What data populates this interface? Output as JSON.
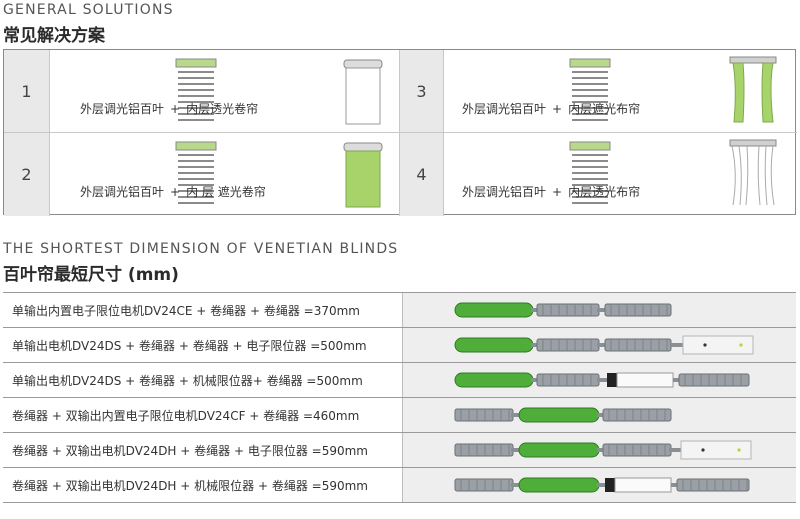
{
  "solutions_section": {
    "eyebrow": "GENERAL SOLUTIONS",
    "title": "常见解决方案",
    "items": [
      {
        "number": "1",
        "outer": "外层调光铝百叶",
        "plus": "+",
        "inner": "内层透光卷帘",
        "inner_icon": "roller-blind-white-icon"
      },
      {
        "number": "2",
        "outer": "外层调光铝百叶",
        "plus": "+",
        "inner": "内 层 遮光卷帘",
        "inner_icon": "roller-blind-green-icon"
      },
      {
        "number": "3",
        "outer": "外层调光铝百叶",
        "plus": "+",
        "inner": "内层遮光布帘",
        "inner_icon": "curtain-green-icon"
      },
      {
        "number": "4",
        "outer": "外层调光铝百叶",
        "plus": "+",
        "inner": "内层透光布帘",
        "inner_icon": "curtain-white-icon"
      }
    ]
  },
  "dimension_section": {
    "eyebrow": "THE SHORTEST DIMENSION OF VENETIAN BLINDS",
    "title": "百叶帘最短尺寸 (mm)",
    "rows": [
      {
        "text": "单输出内置电子限位电机DV24CE + 卷绳器 + 卷绳器 =370mm",
        "layout": "motor-reel-reel"
      },
      {
        "text": "单输出电机DV24DS + 卷绳器 + 卷绳器 + 电子限位器 =500mm",
        "layout": "motor-reel-reel-elimit"
      },
      {
        "text": "单输出电机DV24DS + 卷绳器 + 机械限位器+ 卷绳器 =500mm",
        "layout": "motor-reel-mlimit-reel"
      },
      {
        "text": "卷绳器 + 双输出内置电子限位电机DV24CF + 卷绳器 =460mm",
        "layout": "reel-motor-reel"
      },
      {
        "text": "卷绳器 + 双输出电机DV24DH + 卷绳器 + 电子限位器 =590mm",
        "layout": "reel-motor-reel-elimit"
      },
      {
        "text": "卷绳器 + 双输出电机DV24DH + 机械限位器 + 卷绳器 =590mm",
        "layout": "reel-motor-mlimit-reel"
      }
    ]
  },
  "colors": {
    "motor_green": "#4fae3a",
    "metal_grey": "#9aa0a6",
    "panel_grey": "#e9e9e9"
  }
}
